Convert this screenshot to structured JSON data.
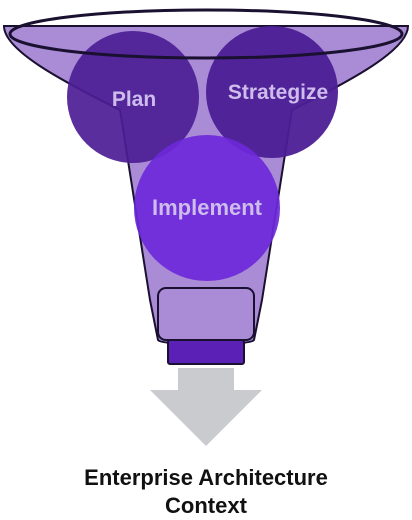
{
  "diagram": {
    "stages": [
      {
        "label": "Plan"
      },
      {
        "label": "Strategize"
      },
      {
        "label": "Implement"
      }
    ],
    "caption": {
      "line1": "Enterprise Architecture",
      "line2": "Context"
    }
  },
  "colors": {
    "funnel": "#a98bd6",
    "funnel_outline": "#1a1030",
    "rim": "#ffffff",
    "neck_band": "#5b21b6",
    "bubble_dark": "#4c1d95",
    "bubble_mid": "#5b21b6",
    "bubble_light": "#6d28d9",
    "label": "#cdbcec",
    "arrow": "#c9cbcf",
    "caption": "#111111"
  }
}
